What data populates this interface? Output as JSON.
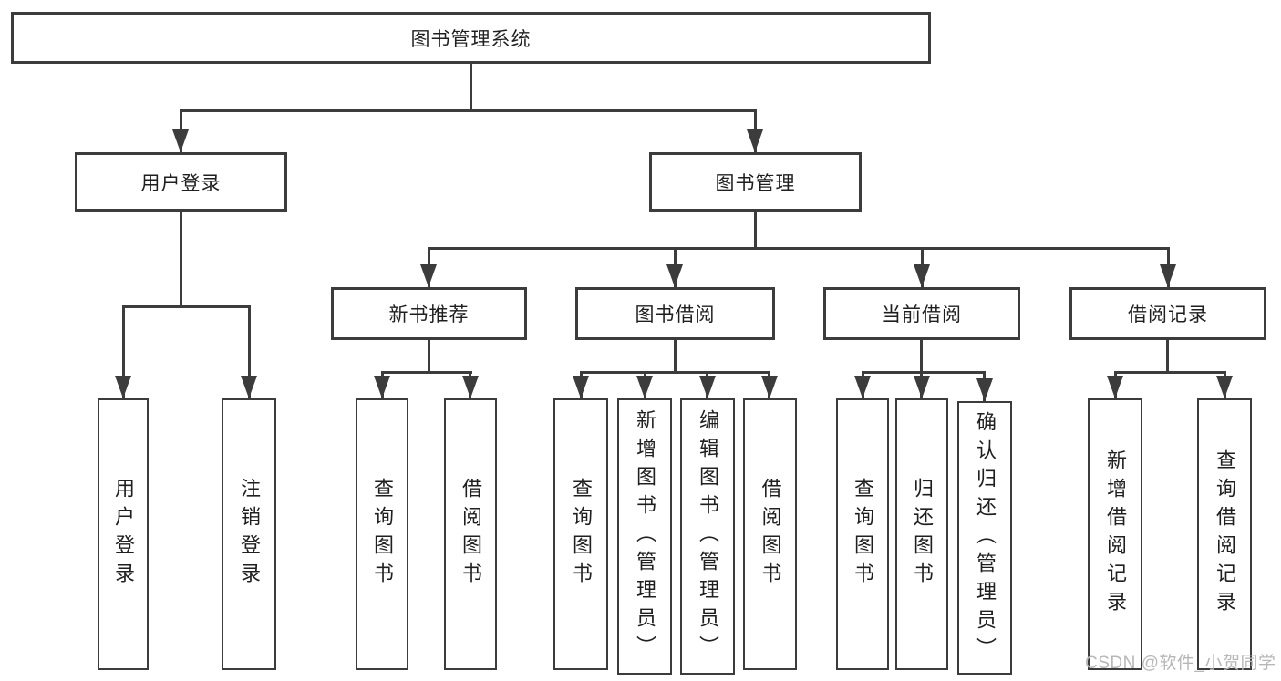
{
  "diagram_type": "hierarchy-tree",
  "colors": {
    "background": "#ffffff",
    "line": "#3c3c3c",
    "text": "#1f1f1f",
    "watermark": "#b7b7b7"
  },
  "tree": {
    "root": {
      "label": "图书管理系统",
      "children": [
        {
          "label": "用户登录",
          "children": [
            {
              "label": "用户登录"
            },
            {
              "label": "注销登录"
            }
          ]
        },
        {
          "label": "图书管理",
          "children": [
            {
              "label": "新书推荐",
              "children": [
                {
                  "label": "查询图书"
                },
                {
                  "label": "借阅图书"
                }
              ]
            },
            {
              "label": "图书借阅",
              "children": [
                {
                  "label": "查询图书"
                },
                {
                  "label": "新增图书（管理员）"
                },
                {
                  "label": "编辑图书（管理员）"
                },
                {
                  "label": "借阅图书"
                }
              ]
            },
            {
              "label": "当前借阅",
              "children": [
                {
                  "label": "查询图书"
                },
                {
                  "label": "归还图书"
                },
                {
                  "label": "确认归还（管理员）"
                }
              ]
            },
            {
              "label": "借阅记录",
              "children": [
                {
                  "label": "新增借阅记录"
                },
                {
                  "label": "查询借阅记录"
                }
              ]
            }
          ]
        }
      ]
    }
  },
  "watermark": {
    "text": "CSDN @软件_小贺同学"
  }
}
